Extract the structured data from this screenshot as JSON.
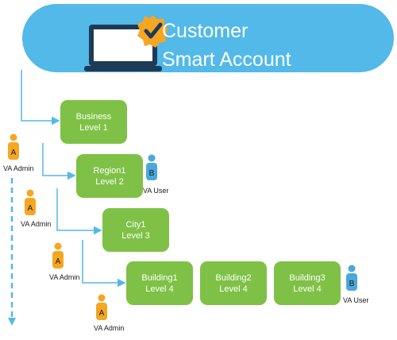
{
  "header": {
    "title_line1": "Customer",
    "title_line2": "Smart Account",
    "icon": "laptop-with-checkmark-badge-icon",
    "colors": {
      "banner": "#52b9e9",
      "badge": "#f5a623",
      "check": "#1f3a56",
      "node": "#7fc146",
      "connector": "#52b9e9"
    }
  },
  "nodes": {
    "business": {
      "name": "Business",
      "level": "Level 1"
    },
    "region": {
      "name": "Region1",
      "level": "Level 2"
    },
    "city": {
      "name": "City1",
      "level": "Level 3"
    },
    "building1": {
      "name": "Building1",
      "level": "Level 4"
    },
    "building2": {
      "name": "Building2",
      "level": "Level 4"
    },
    "building3": {
      "name": "Building3",
      "level": "Level 4"
    }
  },
  "roles": {
    "admin_letter": "A",
    "user_letter": "B",
    "admin_label": "VA Admin",
    "user_label": "VA User",
    "admin_color": "#f5a623",
    "user_color": "#4aa8db"
  }
}
